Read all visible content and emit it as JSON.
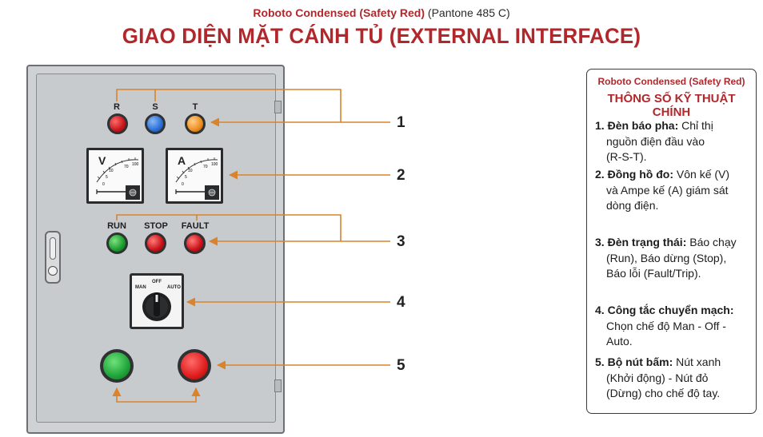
{
  "header": {
    "font_note_name": "Roboto Condensed (Safety Red)",
    "font_note_pantone": "(Pantone 485 C)",
    "title": "GIAO DIỆN MẶT CÁNH TỦ (EXTERNAL INTERFACE)"
  },
  "colors": {
    "safety_red": "#b1282c",
    "callout_orange": "#d9832c",
    "cabinet_gray": "#cfd2d5"
  },
  "cabinet": {
    "phase_labels": [
      "R",
      "S",
      "T"
    ],
    "meters": [
      {
        "symbol": "V",
        "scale": [
          "0",
          "5",
          "10",
          "70",
          "100"
        ]
      },
      {
        "symbol": "A",
        "scale": [
          "0",
          "5",
          "10",
          "70",
          "100"
        ]
      }
    ],
    "status_labels": [
      "RUN",
      "STOP",
      "FAULT"
    ],
    "selector": {
      "man": "MAN",
      "off": "OFF",
      "auto": "AUTO"
    }
  },
  "callouts": [
    "1",
    "2",
    "3",
    "4",
    "5"
  ],
  "spec_panel": {
    "font_note": "Roboto Condensed (Safety Red)",
    "title": "THÔNG SỐ KỸ THUẬT CHÍNH",
    "items": [
      {
        "index": "1.",
        "term": "Đèn báo pha:",
        "line1": "Chỉ thị",
        "lines": [
          "nguồn điện đầu vào",
          "(R-S-T)."
        ]
      },
      {
        "index": "2.",
        "term": "Đồng hồ đo:",
        "line1": "Vôn kế (V)",
        "lines": [
          "và Ampe kế (A) giám sát",
          "dòng điện."
        ]
      },
      {
        "index": "3.",
        "term": "Đèn trạng thái:",
        "line1": "Báo chạy",
        "lines": [
          "(Run), Báo dừng (Stop),",
          "Báo lỗi (Fault/Trip)."
        ]
      },
      {
        "index": "4.",
        "term": "Công tắc chuyển mạch:",
        "line1": "",
        "lines": [
          "Chọn chế độ Man - Off -",
          "Auto."
        ]
      },
      {
        "index": "5.",
        "term": "Bộ nút bấm:",
        "line1": "Nút xanh",
        "lines": [
          "(Khởi động) - Nút đỏ",
          "(Dừng) cho chế độ tay."
        ]
      }
    ]
  }
}
